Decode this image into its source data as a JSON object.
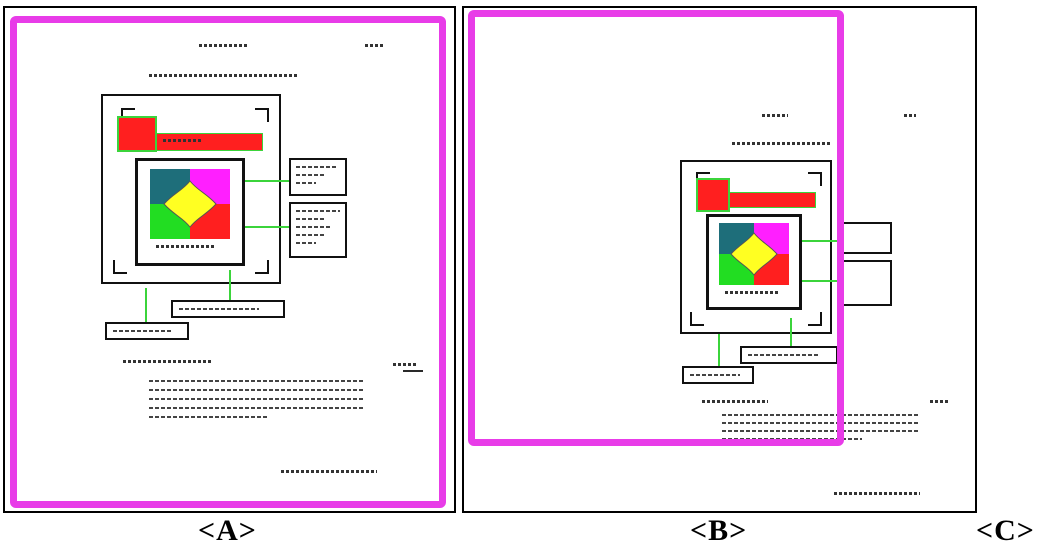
{
  "captions": {
    "a": "<A>",
    "b": "<B>",
    "c": "<C>"
  },
  "colors": {
    "highlight": "#e83ce8",
    "connector": "#3bd43b",
    "accent_red": "#ff1f1f"
  }
}
